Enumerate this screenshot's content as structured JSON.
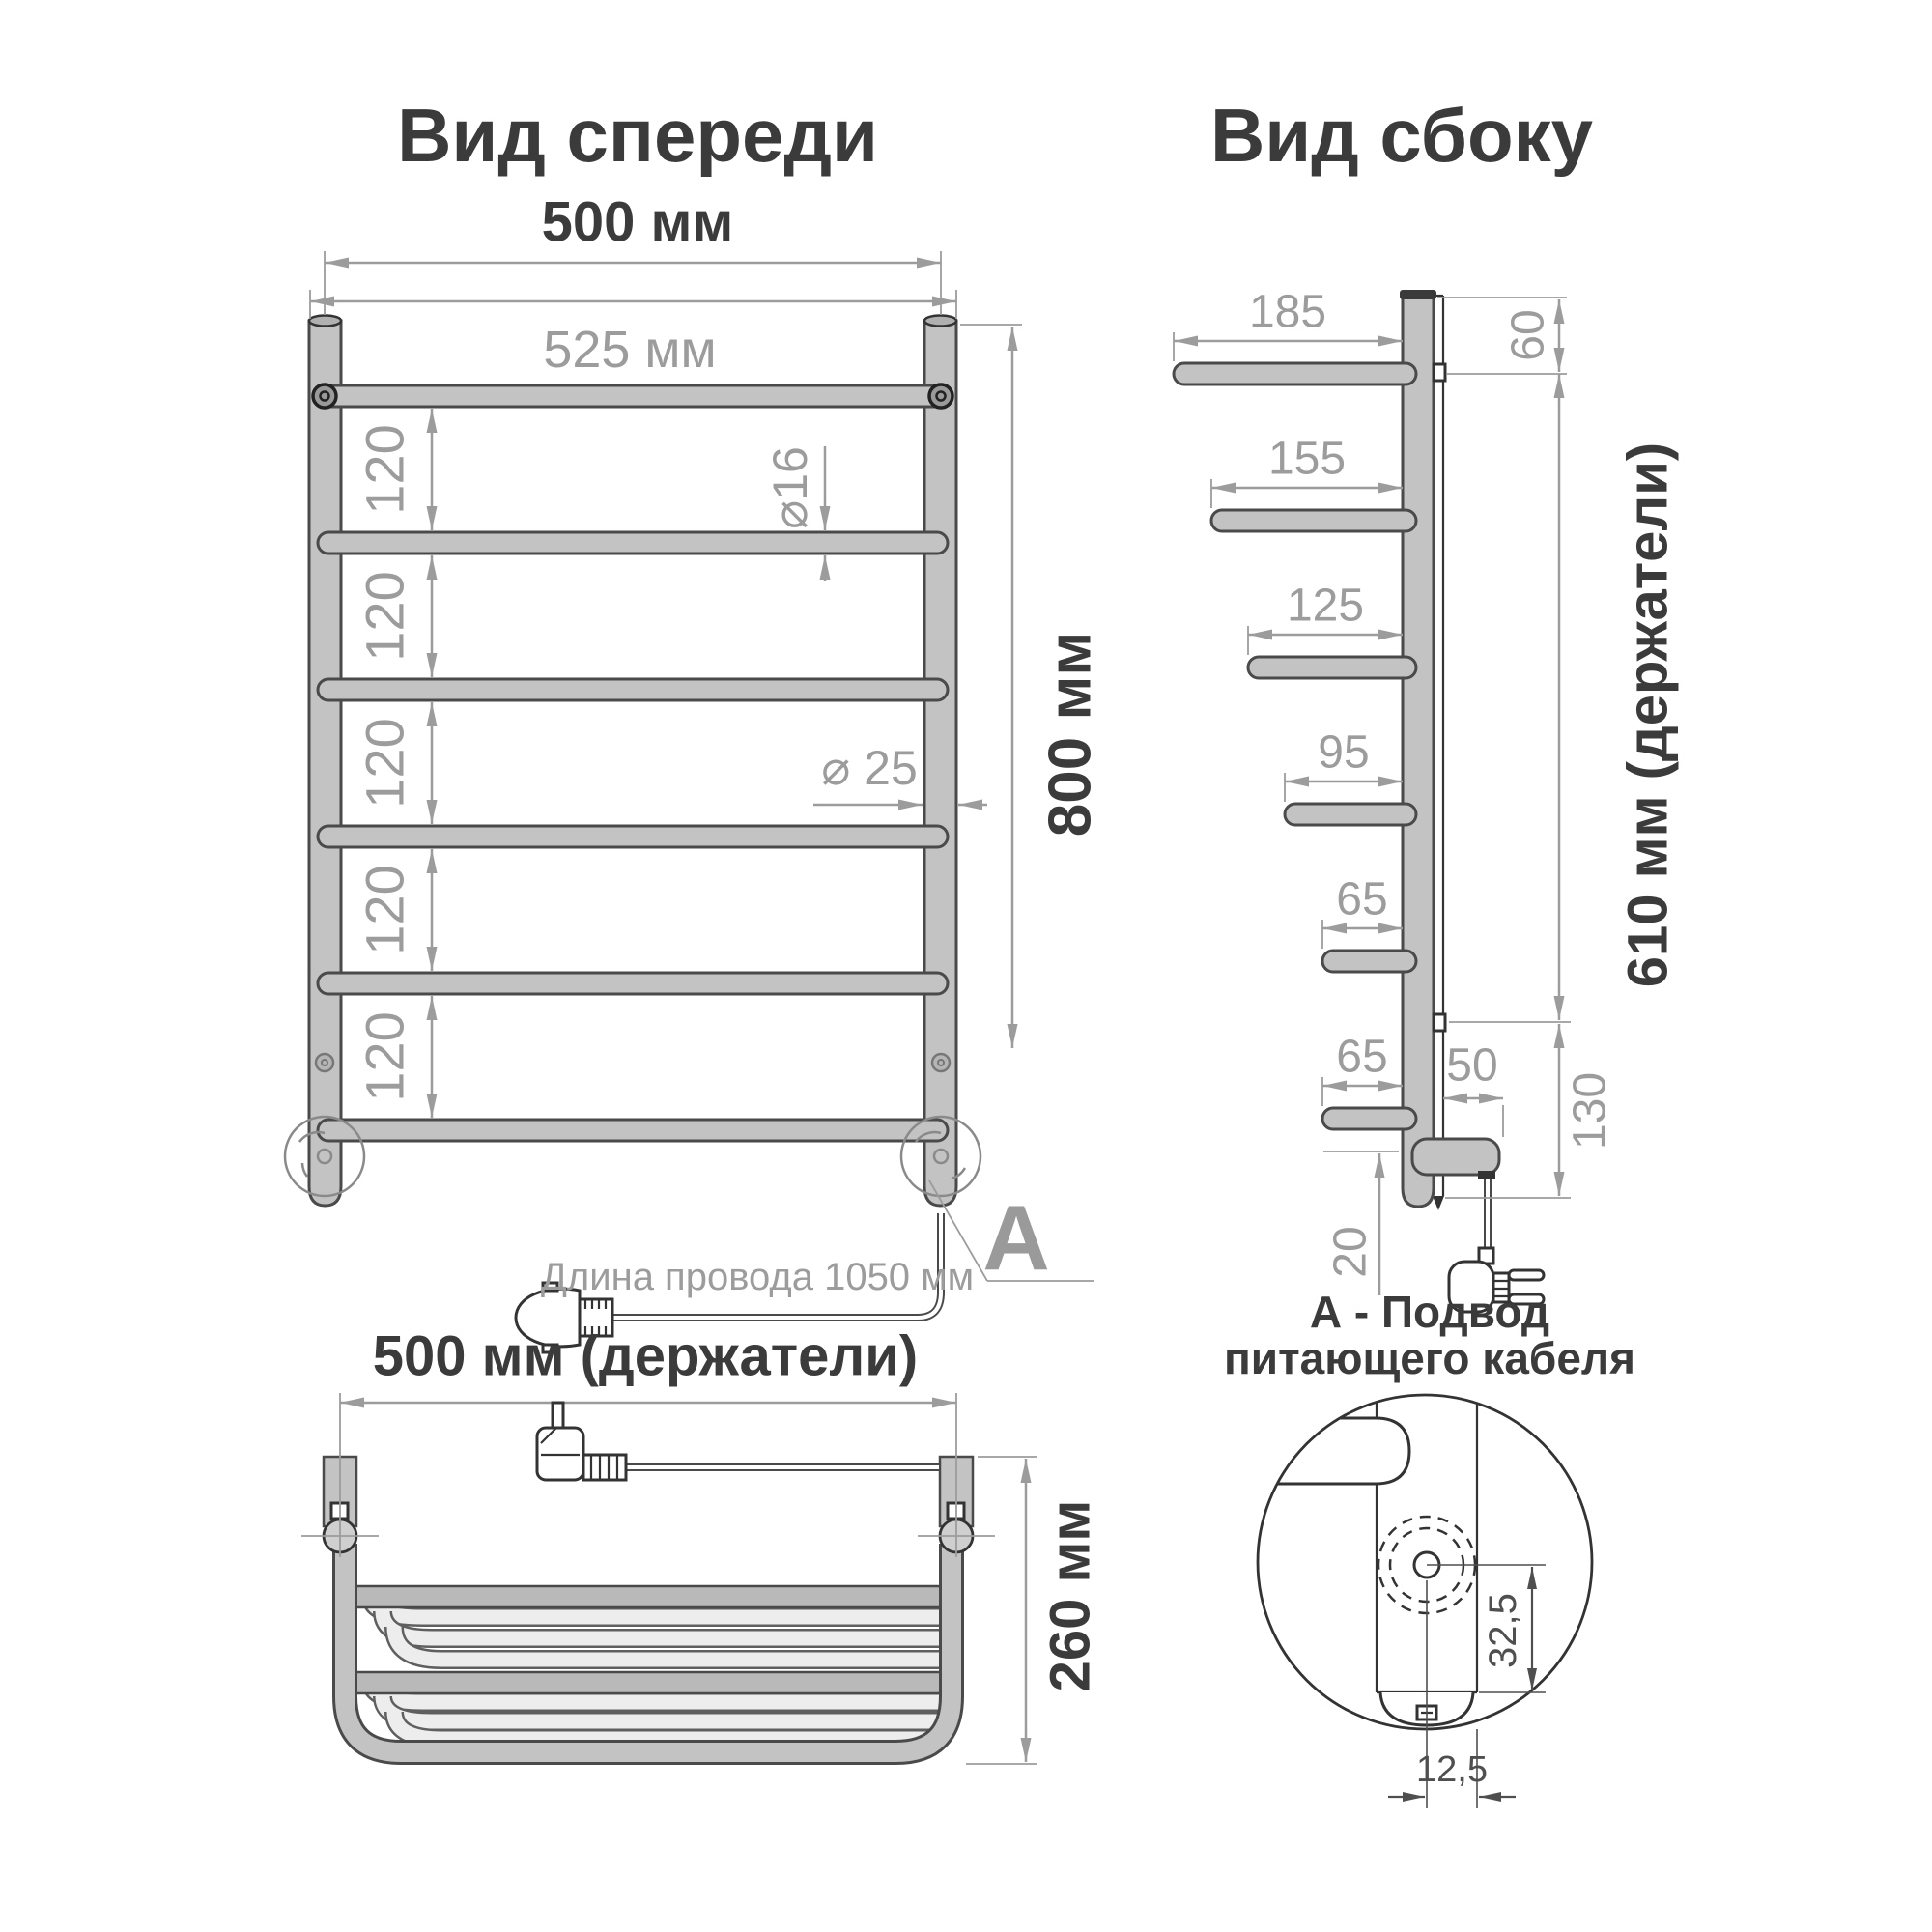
{
  "drawing": {
    "front_view": {
      "title": "Вид спереди",
      "dim_rail_width": "500 мм",
      "dim_overall_width": "525 мм",
      "rung_gaps": [
        "120",
        "120",
        "120",
        "120",
        "120"
      ],
      "dim_rung_diameter": "⌀16",
      "dim_post_diameter": "⌀ 25",
      "dim_height": "800 мм",
      "cable_note": "Длина провода 1050 мм",
      "callout_label": "А"
    },
    "side_view": {
      "title": "Вид сбоку",
      "rung_depths": [
        "185",
        "155",
        "125",
        "95",
        "65",
        "65"
      ],
      "dim_top_offset": "60",
      "dim_brackets_span": "610 мм (держатели)",
      "dim_bracket_width": "50",
      "dim_bottom_offset": "130",
      "dim_bottom_clearance": "20"
    },
    "top_view": {
      "title": "500 мм (держатели)",
      "dim_depth": "260 мм"
    },
    "detail_view": {
      "title_line1": "А - Подвод",
      "title_line2": "питающего кабеля",
      "dim_center_offset": "32,5",
      "dim_edge_offset": "12,5"
    },
    "colors": {
      "tube_fill": "#c3c3c3",
      "tube_outline": "#4a4a4a",
      "dimension": "#9c9c9c",
      "text_dark": "#3b3b3b",
      "background": "#ffffff"
    }
  }
}
